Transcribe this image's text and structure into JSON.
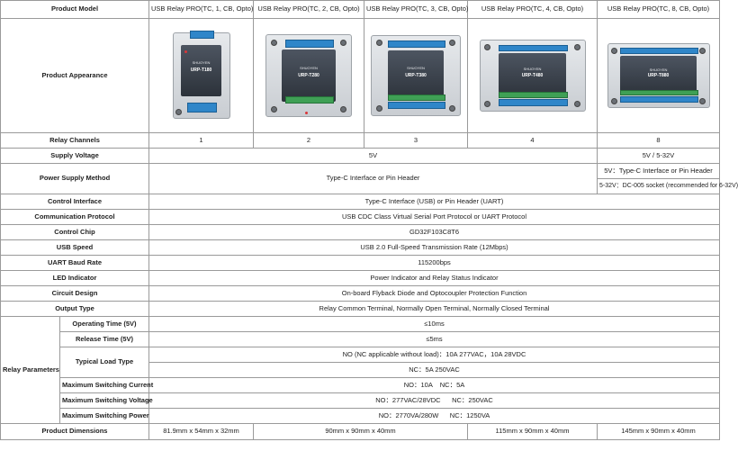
{
  "header": {
    "label": "Product Model",
    "models": [
      "USB Relay PRO(TC, 1, CB, Opto)",
      "USB Relay PRO(TC, 2, CB, Opto)",
      "USB Relay PRO(TC, 3, CB, Opto)",
      "USB Relay PRO(TC, 4, CB, Opto)",
      "USB Relay PRO(TC, 8, CB, Opto)"
    ]
  },
  "appearance": {
    "label": "Product Appearance",
    "devices": [
      {
        "brand": "SHUOYEN",
        "model": "URP-T180"
      },
      {
        "brand": "SHUOYEN",
        "model": "URP-T280"
      },
      {
        "brand": "SHUOYEN",
        "model": "URP-T380"
      },
      {
        "brand": "SHUOYEN",
        "model": "URP-T480"
      },
      {
        "brand": "SHUOYEN",
        "model": "URP-T880"
      }
    ]
  },
  "channels": {
    "label": "Relay Channels",
    "values": [
      "1",
      "2",
      "3",
      "4",
      "8"
    ]
  },
  "voltage": {
    "label": "Supply Voltage",
    "value_1_4": "5V",
    "value_8": "5V / 5-32V"
  },
  "power": {
    "label": "Power Supply Method",
    "value_1_4": "Type-C Interface or Pin Header",
    "value_8_a": "5V：Type-C Interface or Pin Header",
    "value_8_b": "5-32V：DC-005 socket (recommended for 6-32V)"
  },
  "control": {
    "label": "Control Interface",
    "value": "Type-C Interface (USB) or Pin Header (UART)"
  },
  "protocol": {
    "label": "Communication Protocol",
    "value": "USB CDC Class Virtual Serial Port Protocol or UART Protocol"
  },
  "chip": {
    "label": "Control Chip",
    "value": "GD32F103C8T6"
  },
  "usb": {
    "label": "USB Speed",
    "value": "USB 2.0 Full-Speed Transmission Rate (12Mbps)"
  },
  "baud": {
    "label": "UART Baud Rate",
    "value": "115200bps"
  },
  "led": {
    "label": "LED Indicator",
    "value": "Power Indicator and Relay Status Indicator"
  },
  "circuit": {
    "label": "Circuit Design",
    "value": "On-board Flyback Diode and Optocoupler Protection Function"
  },
  "output": {
    "label": "Output Type",
    "value": "Relay Common Terminal, Normally Open Terminal, Normally Closed Terminal"
  },
  "relay": {
    "group_label": "Relay Parameters",
    "operating": {
      "label": "Operating Time (5V)",
      "value": "≤10ms"
    },
    "release": {
      "label": "Release Time (5V)",
      "value": "≤5ms"
    },
    "load": {
      "label": "Typical Load Type",
      "value_a": "NO (NC applicable without load)：10A 277VAC，10A 28VDC",
      "value_b": "NC：5A 250VAC"
    },
    "current": {
      "label": "Maximum Switching Current",
      "value": "NO：10A    NC：5A"
    },
    "switch_voltage": {
      "label": "Maximum Switching Voltage",
      "value": "NO：277VAC/28VDC      NC：250VAC"
    },
    "switch_power": {
      "label": "Maximum Switching Power",
      "value": "NO：2770VA/280W      NC：1250VA"
    }
  },
  "dimensions": {
    "label": "Product Dimensions",
    "d1": "81.9mm x 54mm x 32mm",
    "d23": "90mm x 90mm x 40mm",
    "d4": "115mm x 90mm x 40mm",
    "d8": "145mm x 90mm x 40mm"
  }
}
